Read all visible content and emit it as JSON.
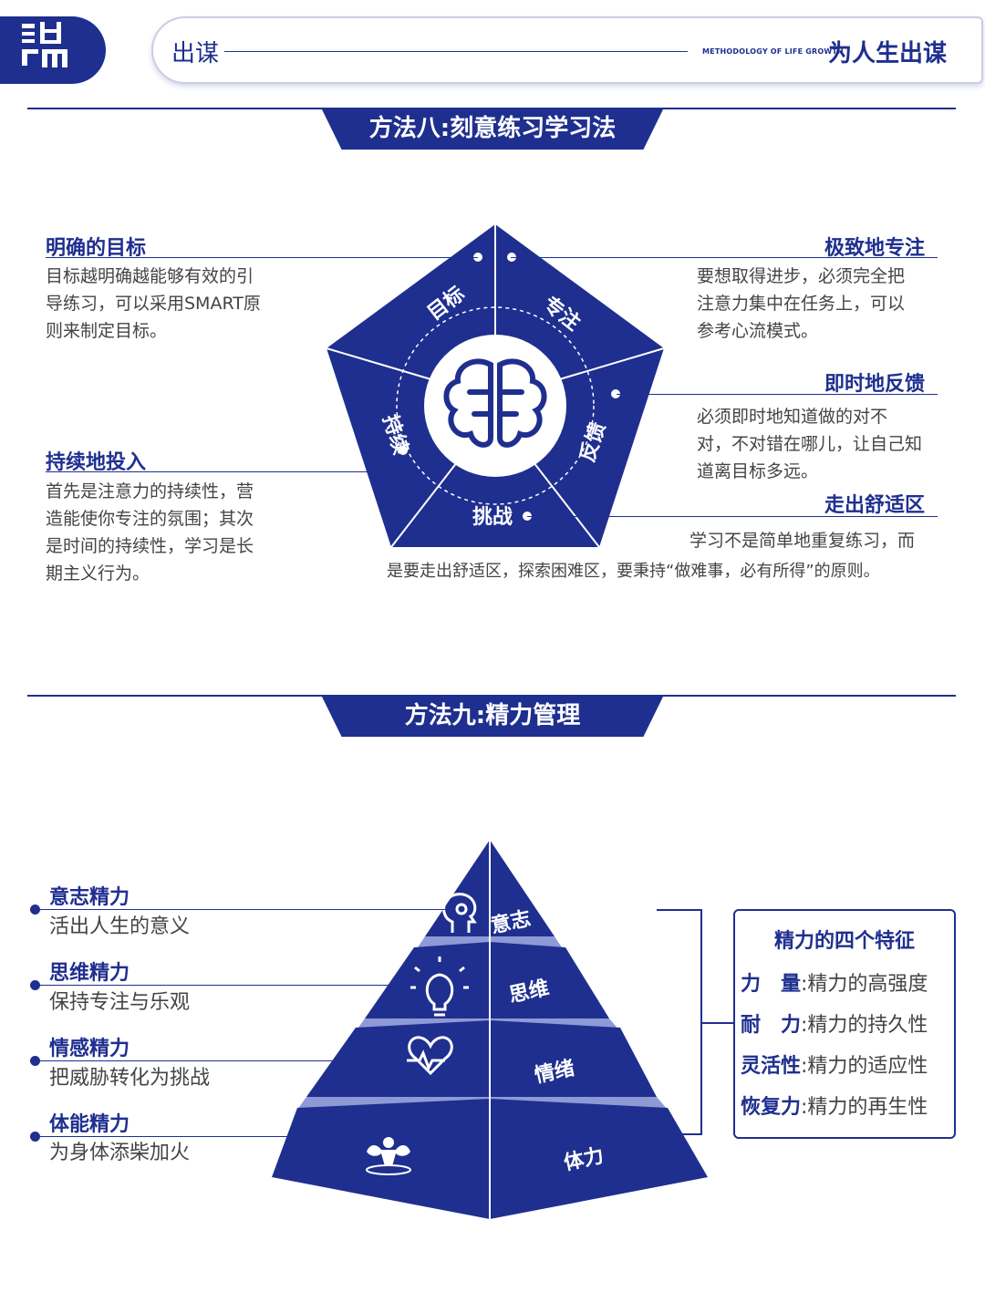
{
  "header": {
    "logo": "諆",
    "brand_left": "出谋",
    "brand_small": "METHODOLOGY OF LIFE GROWTH",
    "brand_right": "为人生出谋"
  },
  "section8": {
    "title": "方法八:刻意练习学习法",
    "pentagon_labels": [
      "目标",
      "专注",
      "反馈",
      "挑战",
      "持续"
    ],
    "items": [
      {
        "title": "明确的目标",
        "lines": [
          "目标越明确越能够有效的引",
          "导练习，可以采用SMART原",
          "则来制定目标。"
        ]
      },
      {
        "title": "极致地专注",
        "lines": [
          "要想取得进步，必须完全把",
          "注意力集中在任务上，可以",
          "参考心流模式。"
        ]
      },
      {
        "title": "即时地反馈",
        "lines": [
          "必须即时地知道做的对不",
          "对，不对错在哪儿，让自己知",
          "道离目标多远。"
        ]
      },
      {
        "title": "持续地投入",
        "lines": [
          "首先是注意力的持续性，营",
          "造能使你专注的氛围；其次",
          "是时间的持续性，学习是长",
          "期主义行为。"
        ]
      },
      {
        "title": "走出舒适区",
        "lines": [
          "学习不是简单地重复练习，而",
          "是要走出舒适区，探索困难区，要秉持“做难事，必有所得”的原则。"
        ]
      }
    ]
  },
  "section9": {
    "title": "方法九:精力管理",
    "pyramid_labels": [
      "意志",
      "思维",
      "情绪",
      "体力"
    ],
    "icons": [
      "brain-gear-icon",
      "lightbulb-icon",
      "heart-rate-icon",
      "muscle-icon"
    ],
    "items": [
      {
        "title": "意志精力",
        "desc": "活出人生的意义"
      },
      {
        "title": "思维精力",
        "desc": "保持专注与乐观"
      },
      {
        "title": "情感精力",
        "desc": "把威胁转化为挑战"
      },
      {
        "title": "体能精力",
        "desc": "为身体添柴加火"
      }
    ],
    "features_title": "精力的四个特征",
    "features": [
      {
        "key": "力　量",
        "val": ":精力的高强度"
      },
      {
        "key": "耐　力",
        "val": ":精力的持久性"
      },
      {
        "key": "灵活性",
        "val": ":精力的适应性"
      },
      {
        "key": "恢复力",
        "val": ":精力的再生性"
      }
    ]
  },
  "colors": {
    "primary": "#1f2f8f",
    "light": "#8e9ad6"
  }
}
